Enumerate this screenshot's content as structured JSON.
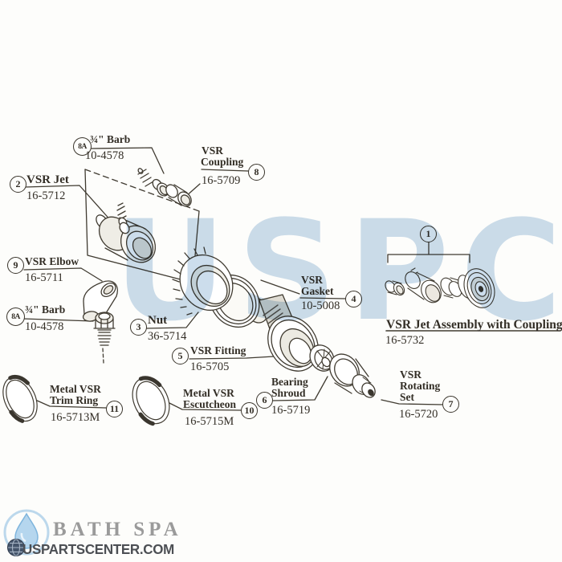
{
  "figure": {
    "type": "exploded-parts-diagram",
    "subject": "VSR Jet spa parts"
  },
  "watermark": {
    "text": "USPC",
    "color": "#c3d7e9"
  },
  "parts": {
    "assembly": {
      "num": "1",
      "title": "VSR Jet Assembly with Coupling",
      "pn": "16-5732"
    },
    "jet": {
      "num": "2",
      "name": "VSR Jet",
      "pn": "16-5712"
    },
    "nut": {
      "num": "3",
      "name": "Nut",
      "pn": "36-5714"
    },
    "gasket": {
      "num": "4",
      "line1": "VSR",
      "line2": "Gasket",
      "pn": "10-5008"
    },
    "fitting": {
      "num": "5",
      "name": "VSR Fitting",
      "pn": "16-5705"
    },
    "shroud": {
      "num": "6",
      "line1": "Bearing",
      "line2": "Shroud",
      "pn": "16-5719"
    },
    "rotating": {
      "num": "7",
      "line1": "VSR",
      "line2": "Rotating",
      "line3": "Set",
      "pn": "16-5720"
    },
    "coupling": {
      "num": "8",
      "line1": "VSR",
      "line2": "Coupling",
      "pn": "16-5709"
    },
    "barb_top": {
      "num": "8A",
      "name": "¾\" Barb",
      "pn": "10-4578"
    },
    "elbow": {
      "num": "9",
      "name": "VSR Elbow",
      "pn": "16-5711"
    },
    "escutcheon": {
      "num": "10",
      "line1": "Metal VSR",
      "line2": "Escutcheon",
      "pn": "16-5715M"
    },
    "trim_ring": {
      "num": "11",
      "line1": "Metal VSR",
      "line2": "Trim Ring",
      "pn": "16-5713M"
    },
    "barb_bottom": {
      "num": "8A",
      "name": "¾\" Barb",
      "pn": "10-4578"
    }
  },
  "logo": {
    "brand": "BATH SPA",
    "site": "USPARTSCENTER.COM",
    "drop_color": "#b5d6ee",
    "ring_color": "#bcd8ec",
    "brand_color": "#9a9a9a",
    "site_color": "#4c4f54"
  }
}
